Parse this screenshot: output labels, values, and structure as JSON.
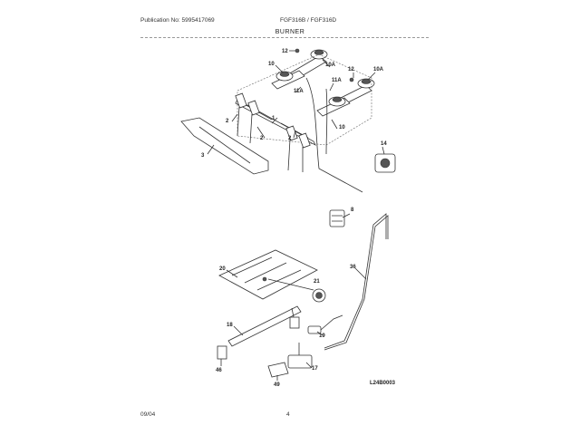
{
  "header": {
    "publication": "Publication No: 5995417069",
    "models": "FGF316B / FGF316D",
    "section": "BURNER"
  },
  "footer": {
    "date": "09/04",
    "page": "4"
  },
  "diagram": {
    "drawing_code": "L24B0003",
    "callouts": [
      "12",
      "10",
      "10A",
      "12",
      "10A",
      "11A",
      "11A",
      "1",
      "2",
      "2",
      "2",
      "3",
      "10",
      "14",
      "8",
      "20",
      "36",
      "21",
      "18",
      "19",
      "46",
      "17",
      "49"
    ]
  }
}
